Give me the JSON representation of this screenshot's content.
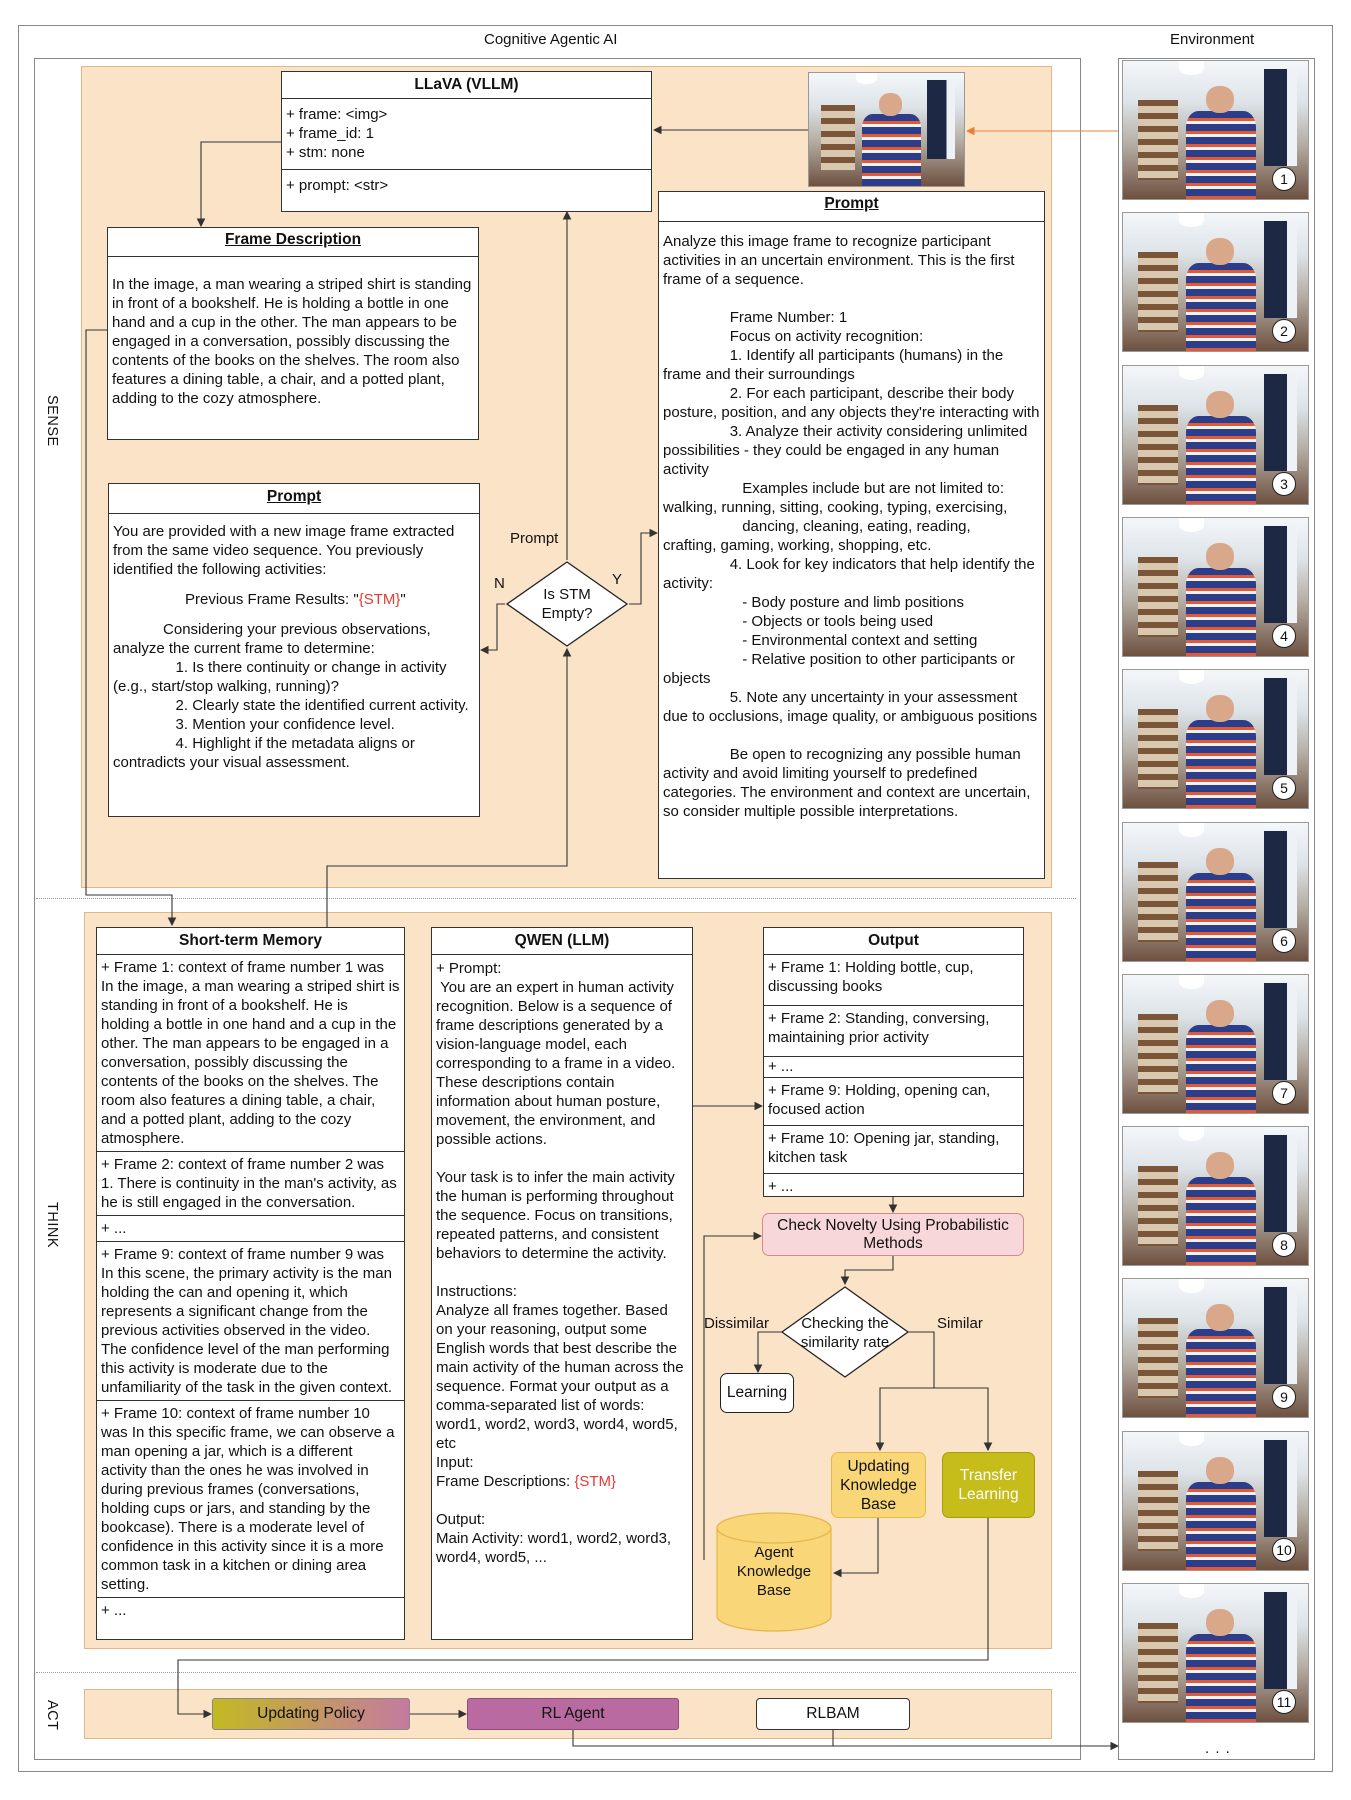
{
  "titles": {
    "cognitive": "Cognitive Agentic AI",
    "environment": "Environment"
  },
  "sides": {
    "sense": "SENSE",
    "think": "THINK",
    "act": "ACT"
  },
  "llava": {
    "title": "LLaVA (VLLM)",
    "attrs": "+ frame: <img>\n+ frame_id: 1\n+ stm: none",
    "method": "+ prompt: <str>"
  },
  "frame_desc": {
    "title": "Frame Description",
    "text": "In the image, a man wearing a striped shirt is standing in front of a bookshelf. He is holding a bottle in one hand and a cup in the other. The man appears to be engaged in a conversation, possibly discussing the contents of the books on the shelves. The room also features a dining table, a chair, and a potted plant, adding to the cozy atmosphere."
  },
  "prompt_left": {
    "title": "Prompt",
    "intro": "You are provided with a new image frame extracted from the same video sequence. You previously identified the following activities:",
    "prev_label": "Previous Frame Results: \"",
    "stm": "{STM}",
    "prev_end": "\"",
    "rest": "            Considering your previous observations, analyze the current frame to determine:\n               1. Is there continuity or change in activity (e.g., start/stop walking, running)?\n               2. Clearly state the identified current activity.\n               3. Mention your confidence level.\n               4. Highlight if the metadata aligns or contradicts your visual assessment."
  },
  "prompt_right": {
    "title": "Prompt",
    "text": "Analyze this image frame to recognize participant activities in an uncertain environment. This is the first frame of a sequence.\n\n                Frame Number: 1\n                Focus on activity recognition:\n                1. Identify all participants (humans) in the frame and their surroundings\n                2. For each participant, describe their body posture, position, and any objects they're interacting with\n                3. Analyze their activity considering unlimited possibilities - they could be engaged in any human activity\n                   Examples include but are not limited to:\nwalking, running, sitting, cooking, typing, exercising,\n                   dancing, cleaning, eating, reading,\ncrafting, gaming, working, shopping, etc.\n                4. Look for key indicators that help identify the activity:\n                   - Body posture and limb positions\n                   - Objects or tools being used\n                   - Environmental context and setting\n                   - Relative position to other participants or objects\n                5. Note any uncertainty in your assessment due to occlusions, image quality, or ambiguous positions\n\n                Be open to recognizing any possible human activity and avoid limiting yourself to predefined categories. The environment and context are uncertain, so consider multiple possible interpretations."
  },
  "decision": {
    "text": "Is STM\nEmpty?",
    "prompt": "Prompt",
    "n": "N",
    "y": "Y"
  },
  "stm": {
    "title": "Short-term Memory",
    "items": [
      "+ Frame 1: context of frame number 1 was In the image, a man wearing a striped shirt is standing in front of a bookshelf. He is holding a bottle in one hand and a cup in the other. The man appears to be engaged in a conversation, possibly discussing the contents of the books on the shelves. The room also features a dining table, a chair, and a potted plant, adding to the cozy atmosphere.",
      "+ Frame 2: context of frame number 2 was 1. There is continuity in the man's activity, as he is still engaged in the conversation.",
      "+ ...",
      "+ Frame 9: context of frame number 9 was In this scene, the primary activity is the man holding the can and opening it, which represents a significant change from the previous activities observed in the video. The confidence level of the man performing this activity is moderate due to the unfamiliarity of the task in the given context.",
      "+ Frame 10: context of frame number 10 was In this specific frame, we can observe a man opening a jar, which is a different activity than the ones he was involved in during previous frames (conversations, holding cups or jars, and standing by the bookcase). There is a moderate level of confidence in this activity since it is a more common task in a kitchen or dining area setting.",
      "+ ..."
    ]
  },
  "qwen": {
    "title": "QWEN (LLM)",
    "p1": "+ Prompt:\n You are an expert in human activity recognition. Below is a sequence of frame descriptions generated by a vision-language model, each corresponding to a frame in a video. These descriptions contain information about human posture, movement, the environment, and possible actions.\n\nYour task is to infer the main activity the human is performing throughout the sequence. Focus on transitions, repeated patterns, and consistent behaviors to determine the activity.\n\nInstructions:\nAnalyze all frames together. Based on your reasoning, output some English words that best describe the main activity of the human across the sequence. Format your output as a comma-separated list of words: word1, word2, word3, word4, word5, etc\nInput:\nFrame Descriptions: ",
    "stm": "{STM}",
    "p2": "\n\nOutput:\nMain Activity: word1, word2, word3, word4, word5, ..."
  },
  "output": {
    "title": "Output",
    "items": [
      "+ Frame 1: Holding bottle, cup, discussing books",
      "+ Frame 2: Standing, conversing, maintaining prior activity",
      "+ ...",
      "+ Frame 9: Holding, opening can, focused action",
      "+ Frame 10: Opening jar, standing, kitchen task",
      "+ ..."
    ]
  },
  "novelty": {
    "check": "Check Novelty Using Probabilistic Methods",
    "similarity": "Checking the\nsimilarity rate",
    "dissimilar": "Dissimilar",
    "similar": "Similar",
    "learning": "Learning",
    "updating_kb": "Updating\nKnowledge\nBase",
    "transfer": "Transfer\nLearning",
    "agent_kb": "Agent\nKnowledge\nBase"
  },
  "act": {
    "policy": "Updating Policy",
    "rl": "RL Agent",
    "rlbam": "RLBAM"
  },
  "env": {
    "frames": [
      "1",
      "2",
      "3",
      "4",
      "5",
      "6",
      "7",
      "8",
      "9",
      "10",
      "11"
    ],
    "more": ". . ."
  },
  "colors": {
    "zone": "#fbe3c8",
    "novelty": "#f8d7da",
    "kb": "#f9d778",
    "transfer": "#c6bd1a",
    "policy_from": "#c3b922",
    "policy_to": "#c47aa0",
    "rl": "#b96aa0"
  }
}
